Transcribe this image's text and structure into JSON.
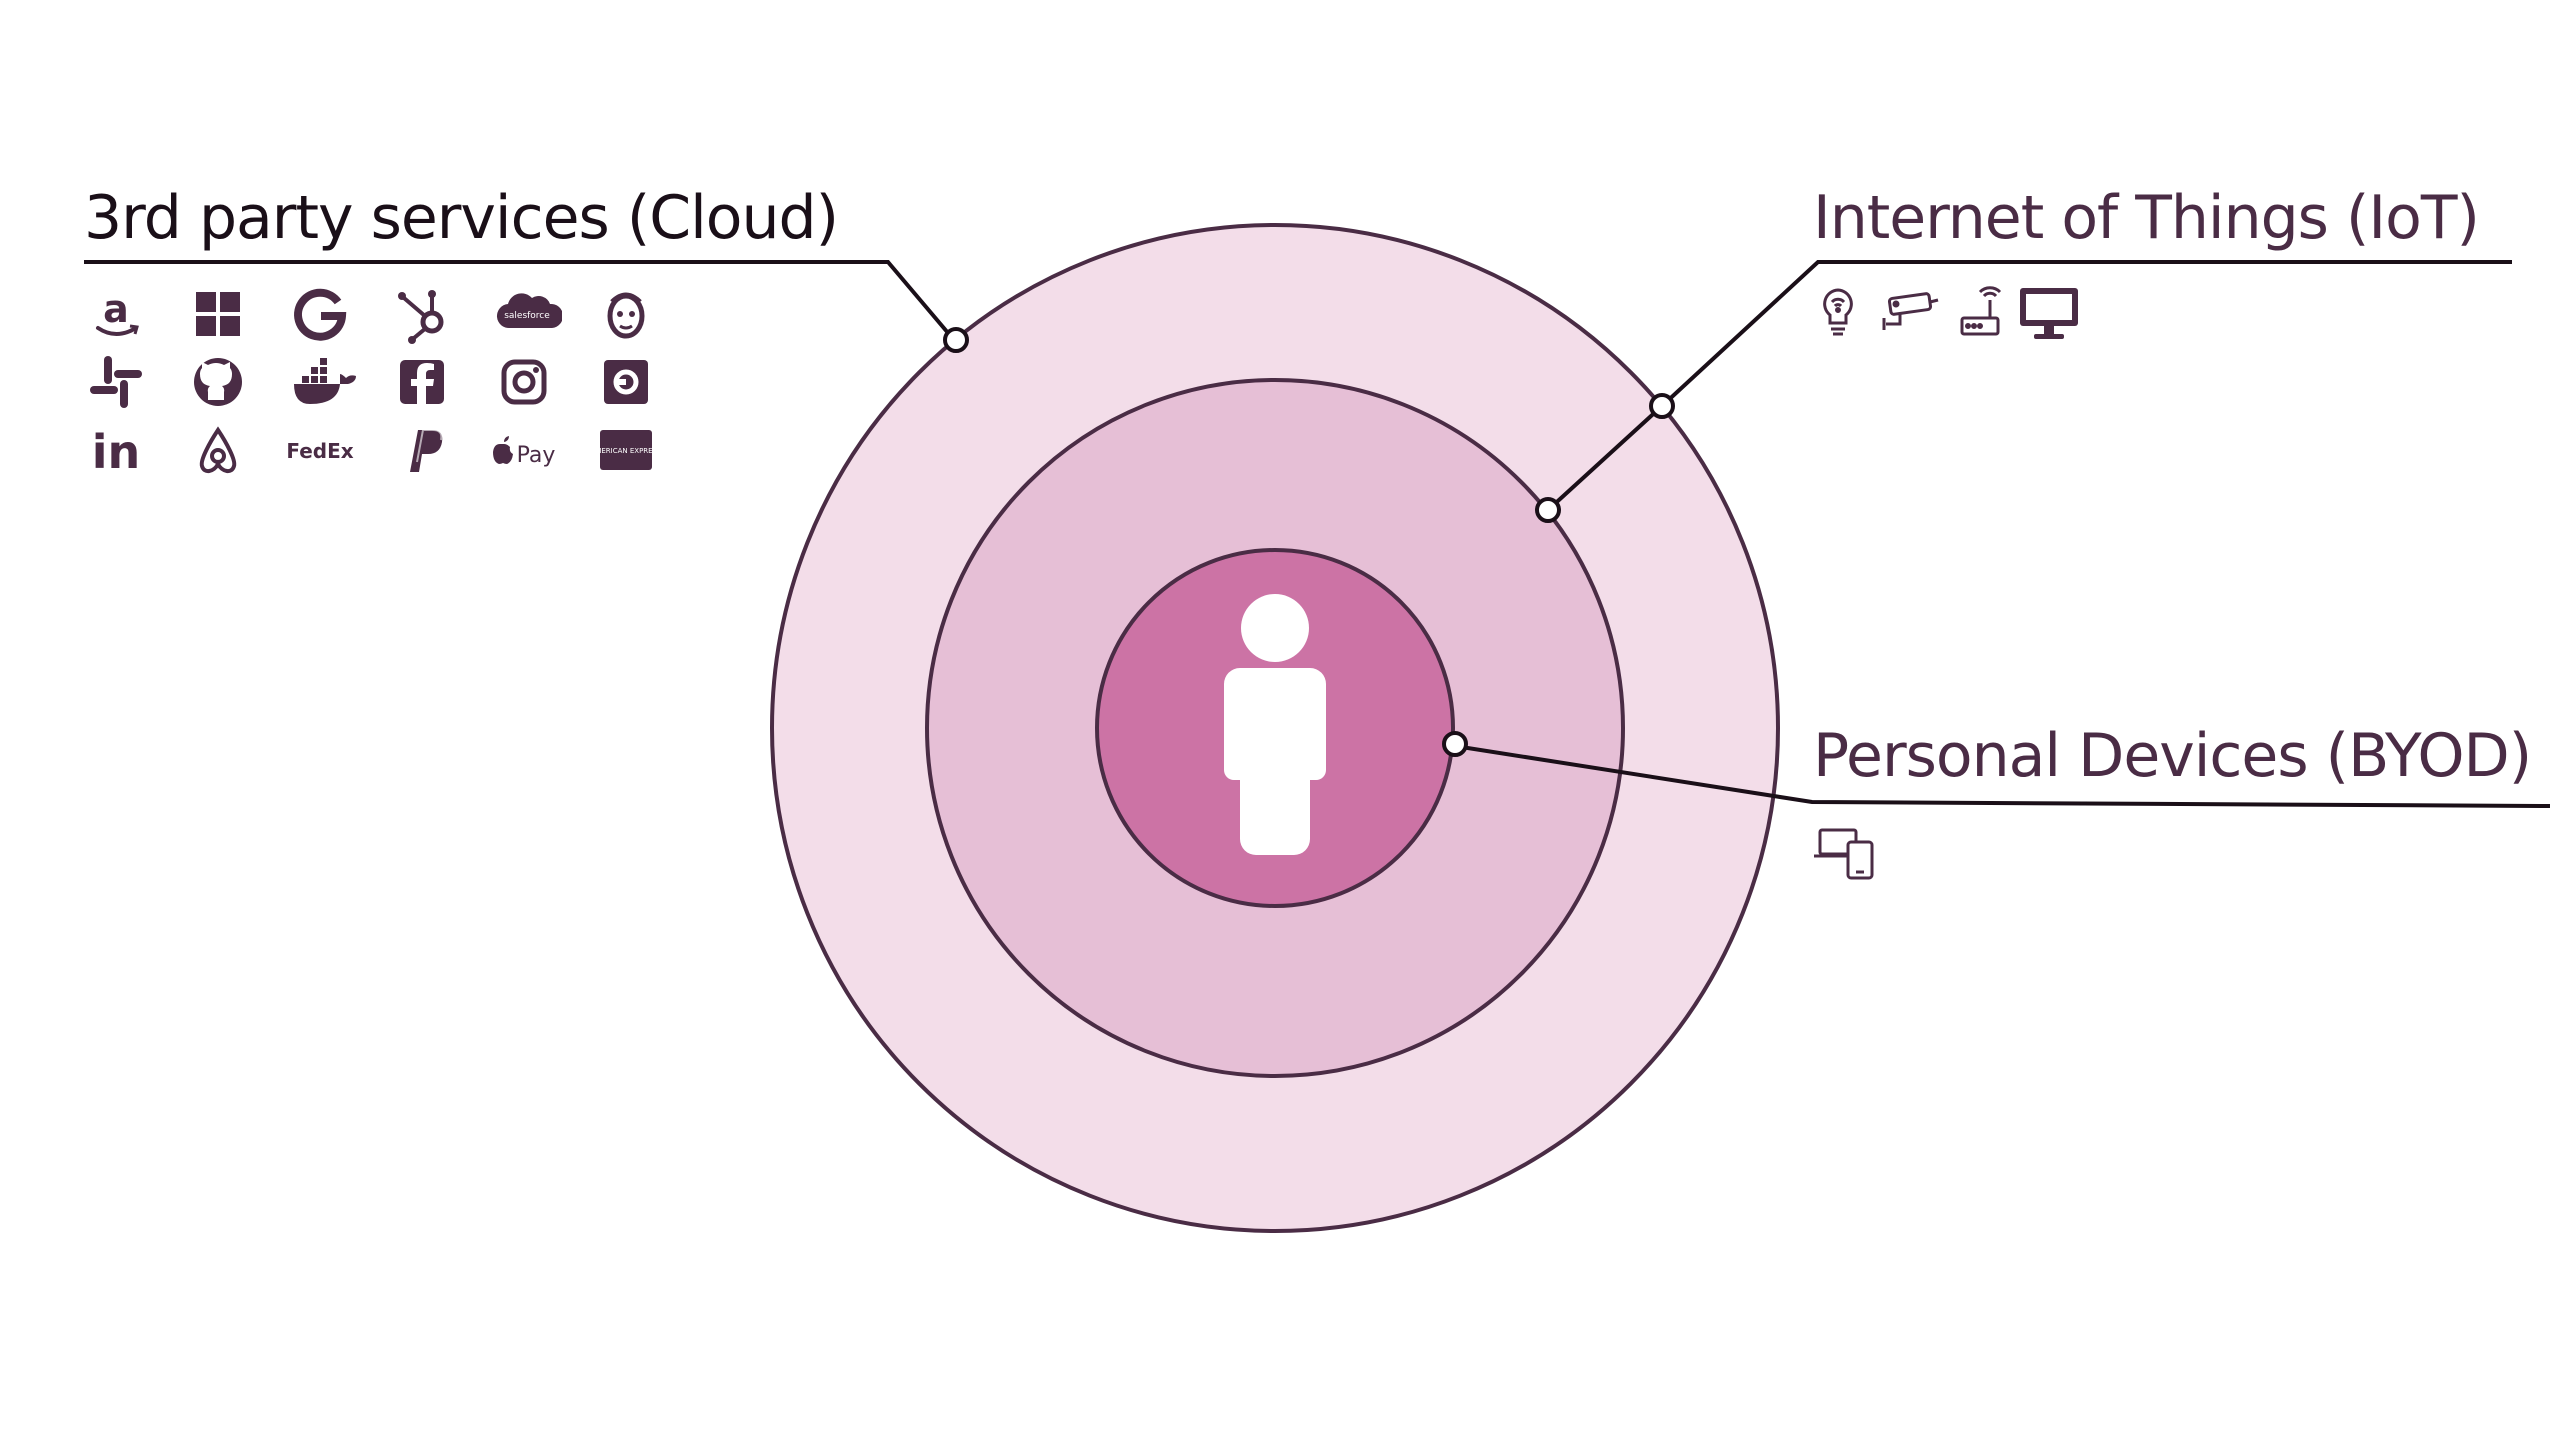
{
  "labels": {
    "cloud": "3rd party services (Cloud)",
    "iot": "Internet of Things (IoT)",
    "byod": "Personal Devices (BYOD)"
  },
  "logo_text": {
    "linkedin": "in",
    "fedex": "FedEx",
    "applepay": "Pay",
    "salesforce": "salesforce",
    "amex": "AMERICAN EXPRESS"
  },
  "colors": {
    "outer_ring": "#f3dde9",
    "middle_ring": "#e6bfd6",
    "inner_circle": "#cc73a5",
    "stroke": "#4a2c45",
    "leader": "#1a0f18"
  },
  "icons": {
    "cloud": [
      "amazon-icon",
      "windows-icon",
      "google-icon",
      "hubspot-icon",
      "salesforce-icon",
      "mailchimp-icon",
      "slack-icon",
      "github-icon",
      "docker-icon",
      "facebook-icon",
      "instagram-icon",
      "uber-icon",
      "linkedin-icon",
      "airbnb-icon",
      "fedex-icon",
      "paypal-icon",
      "apple-pay-icon",
      "amex-icon"
    ],
    "iot": [
      "smart-bulb-icon",
      "security-camera-icon",
      "router-icon",
      "monitor-icon"
    ],
    "byod": [
      "laptop-phone-icon"
    ]
  }
}
